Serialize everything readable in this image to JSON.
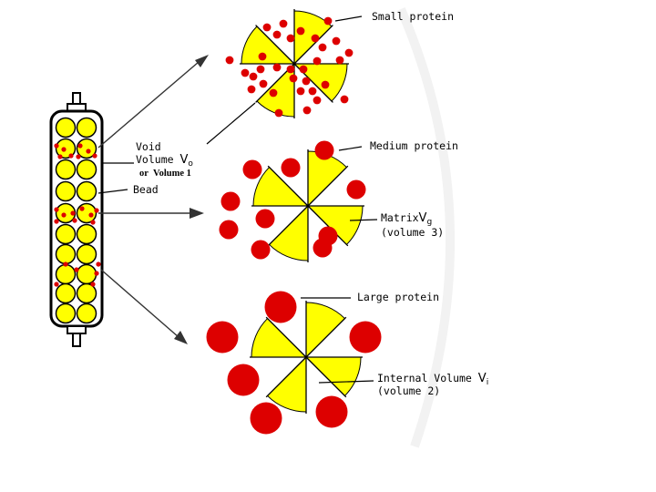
{
  "labels": {
    "small_protein": "Small protein",
    "medium_protein": "Medium protein",
    "large_protein": "Large protein",
    "void_line1": "Void",
    "void_line2": "Volume",
    "void_symbol": "V",
    "void_sub": "o",
    "void_line3_or": "or",
    "void_line3_vol": "Volume 1",
    "bead": "Bead",
    "matrix": "Matrix",
    "matrix_symbol": "V",
    "matrix_sub": "g",
    "matrix_volume": "(volume 3)",
    "internal": "Internal Volume",
    "internal_symbol": "V",
    "internal_sub": "i",
    "internal_volume": "(volume 2)"
  },
  "colors": {
    "bead_fill": "#ffff00",
    "protein_red": "#dd0000",
    "line": "#000000",
    "arrow": "#333333"
  }
}
